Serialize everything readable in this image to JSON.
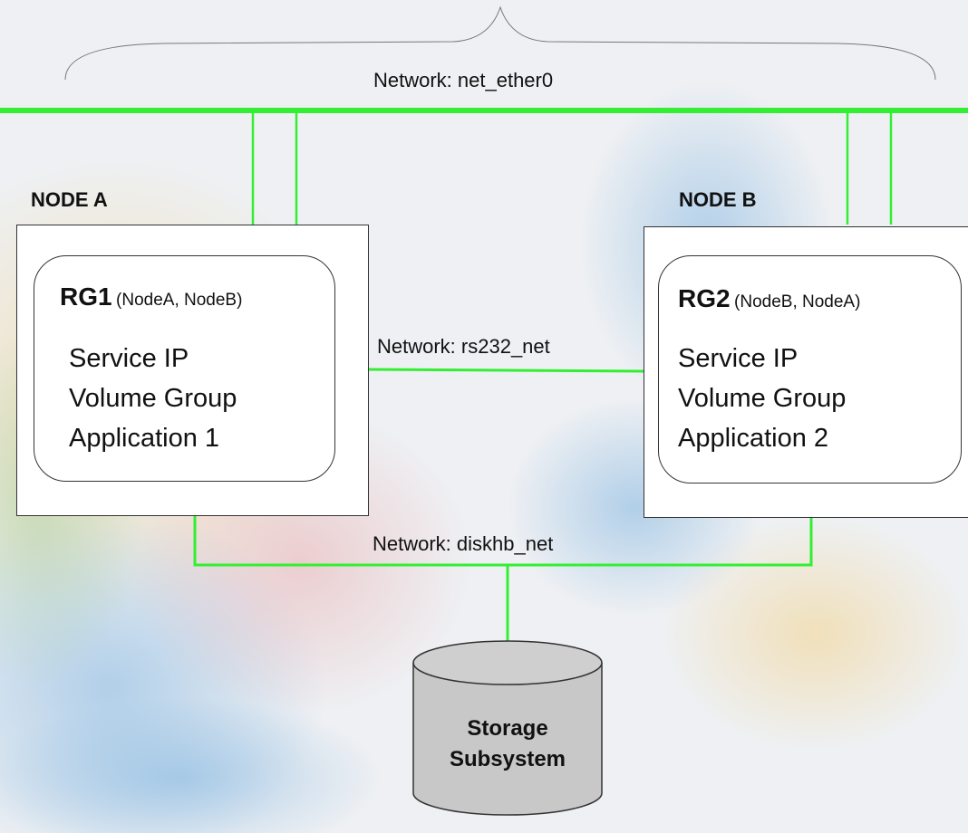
{
  "networks": {
    "ether": "Network: net_ether0",
    "rs232": "Network: rs232_net",
    "diskhb": "Network: diskhb_net"
  },
  "node_a": {
    "title": "NODE A",
    "rg": {
      "name": "RG1",
      "owners": "(NodeA, NodeB)",
      "items": [
        "Service IP",
        "Volume Group",
        "Application 1"
      ]
    }
  },
  "node_b": {
    "title": "NODE B",
    "rg": {
      "name": "RG2",
      "owners": "(NodeB, NodeA)",
      "items": [
        "Service IP",
        "Volume Group",
        "Application 2"
      ]
    }
  },
  "storage": {
    "line1": "Storage",
    "line2": "Subsystem"
  },
  "colors": {
    "network_line": "#33ee33",
    "outline": "#333333",
    "storage_fill": "#c8c8c8"
  }
}
